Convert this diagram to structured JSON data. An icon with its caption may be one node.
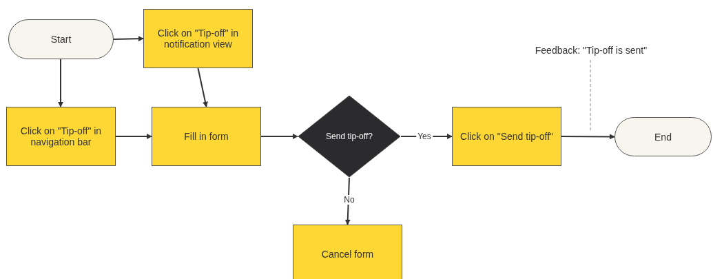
{
  "diagram": {
    "nodes": [
      {
        "text": [
          "Start"
        ]
      },
      {
        "text": [
          "Click on \"Tip-off\" in notification view"
        ]
      },
      {
        "text": [
          "Click on \"Tip-off\" in navigation bar"
        ]
      },
      {
        "text": [
          "Fill in form"
        ]
      },
      {
        "text": [
          "Send tip-off?"
        ]
      },
      {
        "text": [
          "Click on \"Send tip-off\""
        ]
      },
      {
        "text": [
          "End"
        ]
      },
      {
        "text": [
          "Cancel form"
        ]
      },
      {
        "text": [
          "Feedback: \"Tip-off is sent\""
        ]
      }
    ],
    "edges": [
      {
        "from": 0,
        "to": 1,
        "arrow": "to"
      },
      {
        "from": 0,
        "to": 2,
        "arrow": "to"
      },
      {
        "from": 1,
        "to": 3,
        "arrow": "to"
      },
      {
        "from": 2,
        "to": 3,
        "arrow": "to"
      },
      {
        "from": 3,
        "to": 4,
        "arrow": "to"
      },
      {
        "from": 4,
        "to": 5,
        "label": "Yes",
        "arrow": "to"
      },
      {
        "from": 4,
        "to": 7,
        "label": "No",
        "arrow": "to"
      },
      {
        "from": 5,
        "to": 6,
        "arrow": "to"
      },
      {
        "from": 8,
        "to": null,
        "arrow": "none",
        "style": "dashed",
        "color": "#888888"
      }
    ]
  }
}
